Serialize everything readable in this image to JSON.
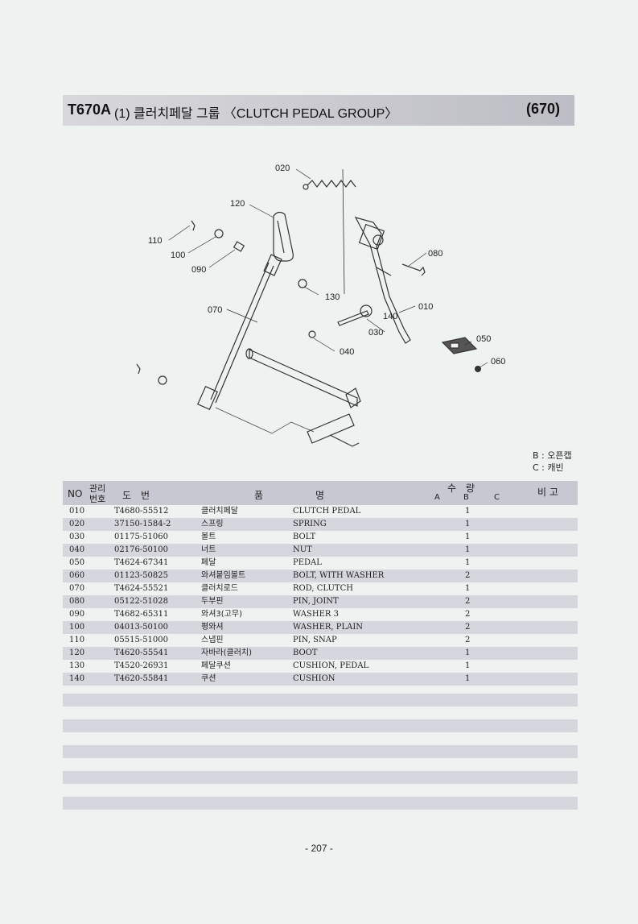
{
  "header": {
    "model": "T670A",
    "title": "(1) 클러치페달 그룹 〈CLUTCH PEDAL GROUP〉",
    "group_code": "(670)"
  },
  "legend": {
    "b": "B : 오픈캡",
    "c": "C : 캐빈"
  },
  "table": {
    "headers": {
      "no": "NO",
      "mgmt_top": "관리",
      "mgmt_bottom": "번호",
      "part_no": "도　번",
      "name_1": "품",
      "name_2": "명",
      "qty": "수　량",
      "qty_a": "A",
      "qty_b": "B",
      "qty_c": "C",
      "remarks": "비 고"
    },
    "rows": [
      {
        "no": "010",
        "part": "T4680-55512",
        "kr": "클러치페달",
        "en": "CLUTCH PEDAL",
        "qb": "1"
      },
      {
        "no": "020",
        "part": "37150-1584-2",
        "kr": "스프링",
        "en": "SPRING",
        "qb": "1"
      },
      {
        "no": "030",
        "part": "01175-51060",
        "kr": "볼트",
        "en": "BOLT",
        "qb": "1"
      },
      {
        "no": "040",
        "part": "02176-50100",
        "kr": "너트",
        "en": "NUT",
        "qb": "1"
      },
      {
        "no": "050",
        "part": "T4624-67341",
        "kr": "페달",
        "en": "PEDAL",
        "qb": "1"
      },
      {
        "no": "060",
        "part": "01123-50825",
        "kr": "와셔붙임볼트",
        "en": "BOLT, WITH WASHER",
        "qb": "2"
      },
      {
        "no": "070",
        "part": "T4624-55521",
        "kr": "클러치로드",
        "en": "ROD, CLUTCH",
        "qb": "1"
      },
      {
        "no": "080",
        "part": "05122-51028",
        "kr": "두부핀",
        "en": "PIN, JOINT",
        "qb": "2"
      },
      {
        "no": "090",
        "part": "T4682-65311",
        "kr": "와셔3(고무)",
        "en": "WASHER 3",
        "qb": "2"
      },
      {
        "no": "100",
        "part": "04013-50100",
        "kr": "평와셔",
        "en": "WASHER, PLAIN",
        "qb": "2"
      },
      {
        "no": "110",
        "part": "05515-51000",
        "kr": "스냅핀",
        "en": "PIN, SNAP",
        "qb": "2"
      },
      {
        "no": "120",
        "part": "T4620-55541",
        "kr": "자바라(클러치)",
        "en": "BOOT",
        "qb": "1"
      },
      {
        "no": "130",
        "part": "T4520-26931",
        "kr": "페달쿠션",
        "en": "CUSHION, PEDAL",
        "qb": "1"
      },
      {
        "no": "140",
        "part": "T4620-55841",
        "kr": "쿠션",
        "en": "CUSHION",
        "qb": "1"
      }
    ]
  },
  "diagram_labels": {
    "l010": "010",
    "l020": "020",
    "l030": "030",
    "l040": "040",
    "l050": "050",
    "l060": "060",
    "l070": "070",
    "l080": "080",
    "l090": "090",
    "l100": "100",
    "l110": "110",
    "l120": "120",
    "l130": "130",
    "l140": "140"
  },
  "page_number": "- 207 -"
}
